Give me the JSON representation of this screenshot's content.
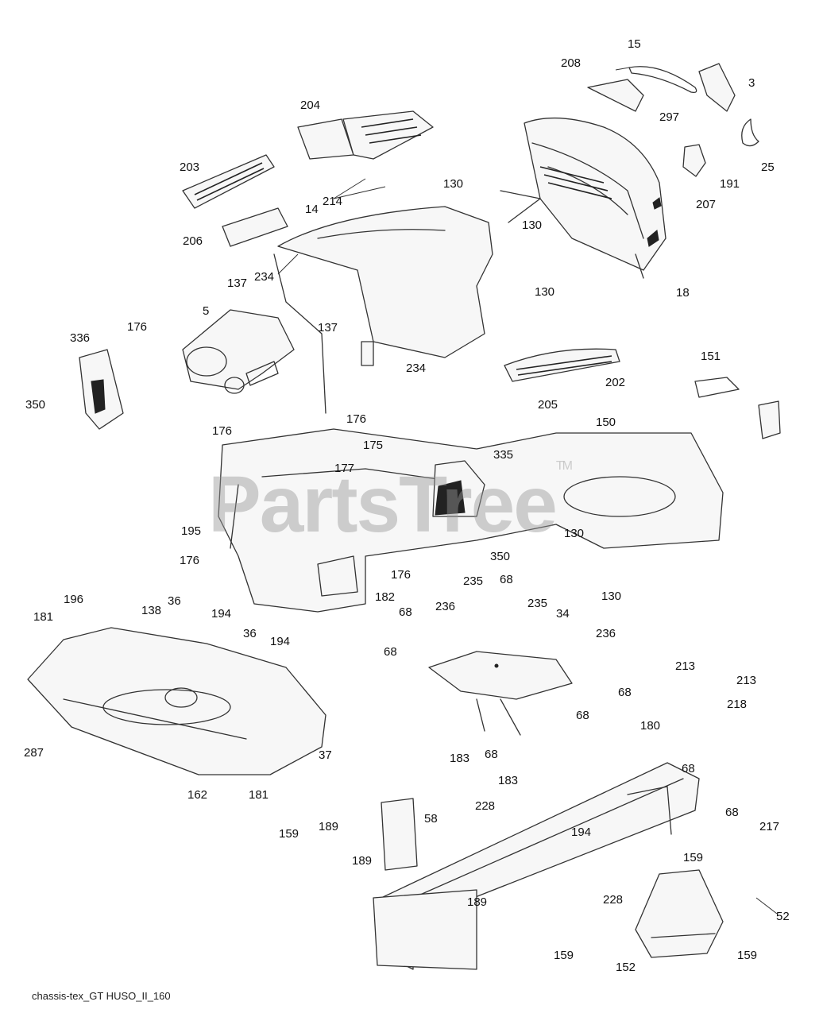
{
  "diagram": {
    "footer_code": "chassis-tex_GT HUSO_II_160",
    "watermark": "PartsTree",
    "watermark_tm": "TM",
    "callouts": [
      "15",
      "208",
      "3",
      "297",
      "25",
      "191",
      "207",
      "204",
      "203",
      "214",
      "130",
      "14",
      "206",
      "130",
      "137",
      "234",
      "18",
      "130",
      "5",
      "137",
      "176",
      "336",
      "234",
      "151",
      "202",
      "350",
      "176",
      "205",
      "176",
      "150",
      "175",
      "177",
      "335",
      "195",
      "130",
      "176",
      "350",
      "176",
      "130",
      "196",
      "36",
      "182",
      "235",
      "68",
      "138",
      "68",
      "181",
      "194",
      "36",
      "236",
      "235",
      "34",
      "194",
      "236",
      "68",
      "213",
      "68",
      "213",
      "218",
      "68",
      "287",
      "183",
      "68",
      "180",
      "37",
      "183",
      "68",
      "162",
      "181",
      "228",
      "189",
      "58",
      "68",
      "217",
      "159",
      "194",
      "189",
      "159",
      "228",
      "52",
      "189",
      "159",
      "152",
      "159"
    ]
  }
}
